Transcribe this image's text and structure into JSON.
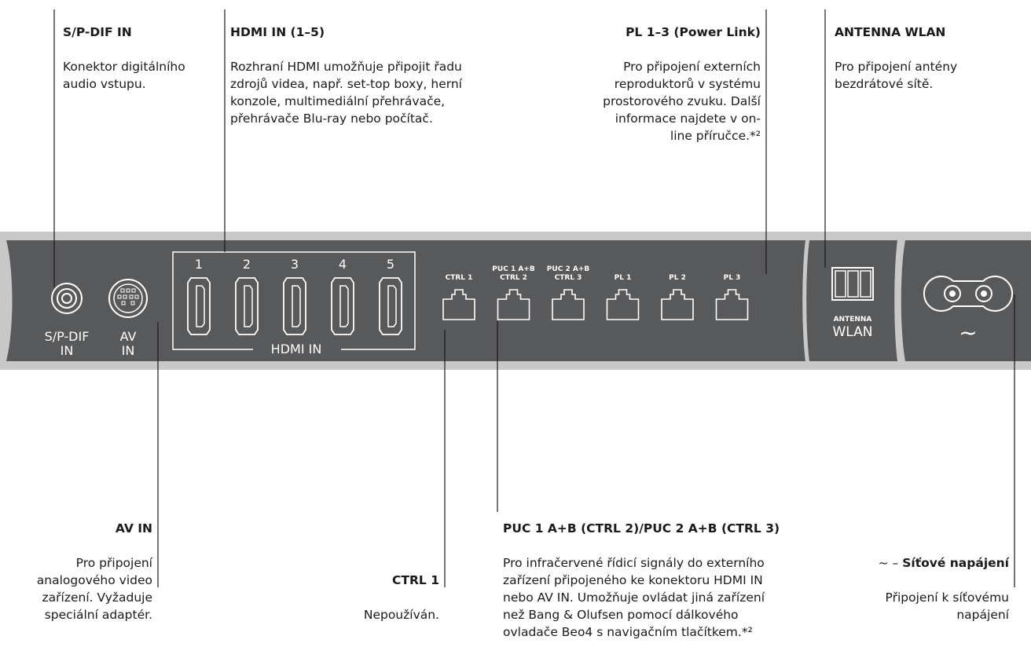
{
  "callouts": {
    "spdif": {
      "title": "S/P-DIF IN",
      "body": "Konektor digitálního\naudio vstupu."
    },
    "hdmi": {
      "title": "HDMI IN (1–5)",
      "body": "Rozhraní HDMI umožňuje připojit řadu\nzdrojů videa, např. set-top boxy, herní\nkonzole, multimediální přehrávače,\npřehrávače Blu-ray nebo počítač."
    },
    "pl": {
      "title": "PL 1–3 (Power Link)",
      "body": "Pro připojení externích\nreproduktorů v systému\nprostorového zvuku. Další\ninformace najdete v on-\nline příručce.*²"
    },
    "antenna": {
      "title": "ANTENNA WLAN",
      "body": "Pro připojení antény\nbezdrátové sítě."
    },
    "avin": {
      "title": "AV IN",
      "body": "Pro připojení\nanalogového video\nzařízení. Vyžaduje\nspeciální adaptér."
    },
    "ctrl1": {
      "title": "CTRL 1",
      "body": "Nepoužíván."
    },
    "puc": {
      "title": "PUC 1 A+B (CTRL 2)/PUC 2 A+B (CTRL 3)",
      "body": "Pro infračervené řídicí signály do externího\nzařízení připojeného ke konektoru HDMI IN\nnebo AV IN. Umožňuje ovládat jiná zařízení\nnež Bang & Olufsen pomocí dálkového\novladače Beo4 s navigačním tlačítkem.*²"
    },
    "power": {
      "title": "Síťové napájení",
      "prefix": "~ – ",
      "body": "Připojení k síťovému\nnapájení"
    }
  },
  "panel": {
    "spdif_label": "S/P-DIF",
    "spdif_label2": "IN",
    "av_label": "AV",
    "av_label2": "IN",
    "hdmi_numbers": [
      "1",
      "2",
      "3",
      "4",
      "5"
    ],
    "hdmi_label": "HDMI IN",
    "ports": [
      {
        "line1": "",
        "line2": "CTRL 1"
      },
      {
        "line1": "PUC 1 A+B",
        "line2": "CTRL 2"
      },
      {
        "line1": "PUC 2 A+B",
        "line2": "CTRL 3"
      },
      {
        "line1": "",
        "line2": "PL 1"
      },
      {
        "line1": "",
        "line2": "PL 2"
      },
      {
        "line1": "",
        "line2": "PL 3"
      }
    ],
    "antenna_label": "ANTENNA",
    "wlan_label": "WLAN",
    "power_symbol": "~"
  },
  "colors": {
    "panel": "#58595b",
    "rim": "#c8c8c8",
    "text_on_panel": "#ffffff",
    "leader": "#1a1a1a"
  }
}
